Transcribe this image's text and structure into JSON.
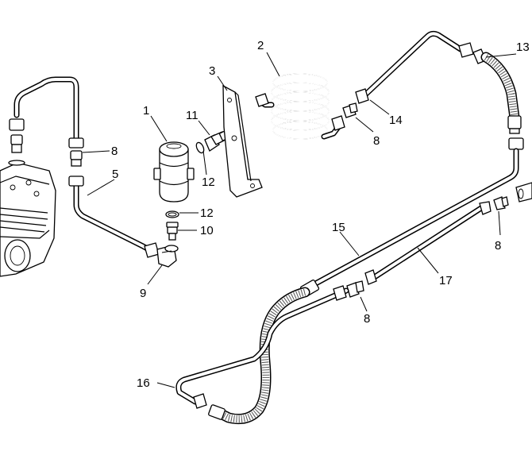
{
  "callouts": [
    {
      "id": "1",
      "text": "1"
    },
    {
      "id": "2",
      "text": "2"
    },
    {
      "id": "3",
      "text": "3"
    },
    {
      "id": "5",
      "text": "5"
    },
    {
      "id": "8a",
      "text": "8"
    },
    {
      "id": "8b",
      "text": "8"
    },
    {
      "id": "8c",
      "text": "8"
    },
    {
      "id": "8d",
      "text": "8"
    },
    {
      "id": "9",
      "text": "9"
    },
    {
      "id": "10",
      "text": "10"
    },
    {
      "id": "11",
      "text": "11"
    },
    {
      "id": "12a",
      "text": "12"
    },
    {
      "id": "12b",
      "text": "12"
    },
    {
      "id": "13",
      "text": "13"
    },
    {
      "id": "14",
      "text": "14"
    },
    {
      "id": "15",
      "text": "15"
    },
    {
      "id": "16",
      "text": "16"
    },
    {
      "id": "17",
      "text": "17"
    }
  ]
}
